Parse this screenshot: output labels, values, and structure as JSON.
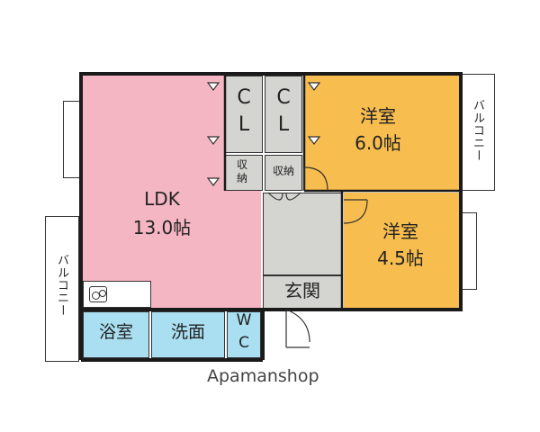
{
  "rooms": {
    "ldk": {
      "name": "LDK",
      "size": "13.0帖",
      "color": "#f4b6c2"
    },
    "western_6": {
      "name": "洋室",
      "size": "6.0帖",
      "color": "#f7bd4e"
    },
    "western_45": {
      "name": "洋室",
      "size": "4.5帖",
      "color": "#f7bd4e"
    },
    "closet_1": {
      "c": "C",
      "l": "L"
    },
    "closet_2": {
      "c": "C",
      "l": "L"
    },
    "storage_1": "収納",
    "storage_2": "収納",
    "entrance": "玄関",
    "bath": {
      "name": "浴室",
      "color": "#a9dff0"
    },
    "washroom": {
      "name": "洗面",
      "color": "#a9dff0"
    },
    "wc": {
      "w": "W",
      "c": "C",
      "color": "#a9dff0"
    }
  },
  "balconies": {
    "right": "バルコニー",
    "left": "バルコニー"
  },
  "watermark": "Apamanshop",
  "colors": {
    "storage_gray": "#d4d4d0",
    "wall": "#1a1a1a"
  }
}
